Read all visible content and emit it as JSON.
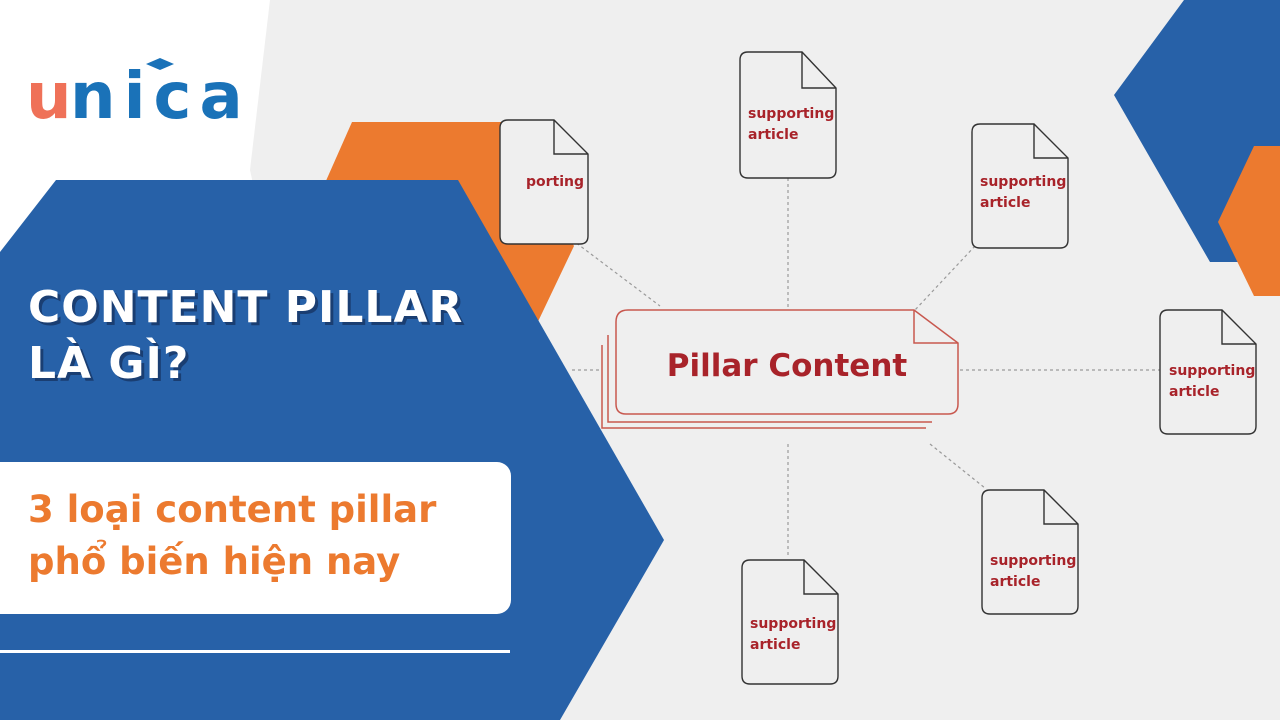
{
  "brand": {
    "logo_text": "unica",
    "colors": {
      "primary": "#2761a8",
      "accent": "#ec7a2f",
      "logo_u": "#ef7158",
      "logo_rest": "#1a72b8",
      "diagram_text": "#a8232a"
    }
  },
  "headline": {
    "line1": "CONTENT PILLAR",
    "line2": "LÀ GÌ?"
  },
  "subtitle": {
    "line1": "3 loại content pillar",
    "line2": "phổ biến hiện nay"
  },
  "diagram": {
    "center_label": "Pillar Content",
    "node_label_line1": "supporting",
    "node_label_line2": "article",
    "partial_node_label_line1": "porting"
  }
}
